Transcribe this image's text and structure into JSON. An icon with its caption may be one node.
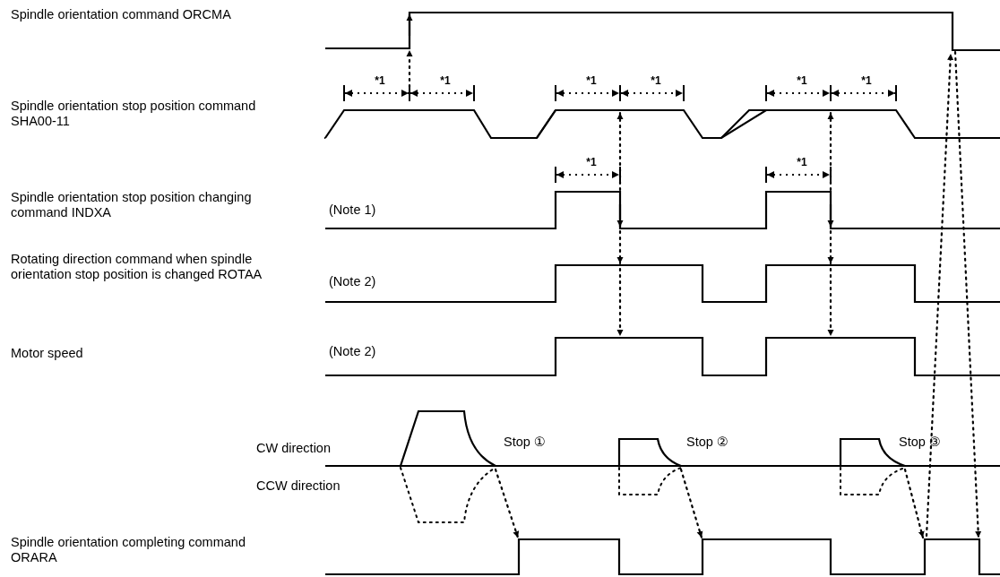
{
  "diagram": {
    "labels": [
      "Spindle orientation command ORCMA",
      "Spindle orientation stop position command SHA00-11",
      "*1",
      "*1",
      "*1",
      "*1",
      "*1",
      "*1",
      "*1",
      "*1",
      "Spindle orientation stop position changing command INDXA",
      "(Note 1)",
      "Rotating direction command when spindle orientation stop position is changed ROTAA",
      "(Note 2)",
      "Motor speed",
      "(Note 2)",
      "CW direction",
      "Stop ①",
      "Stop ②",
      "Stop ③",
      "CCW direction",
      "Spindle orientation completing command ORARA"
    ]
  }
}
